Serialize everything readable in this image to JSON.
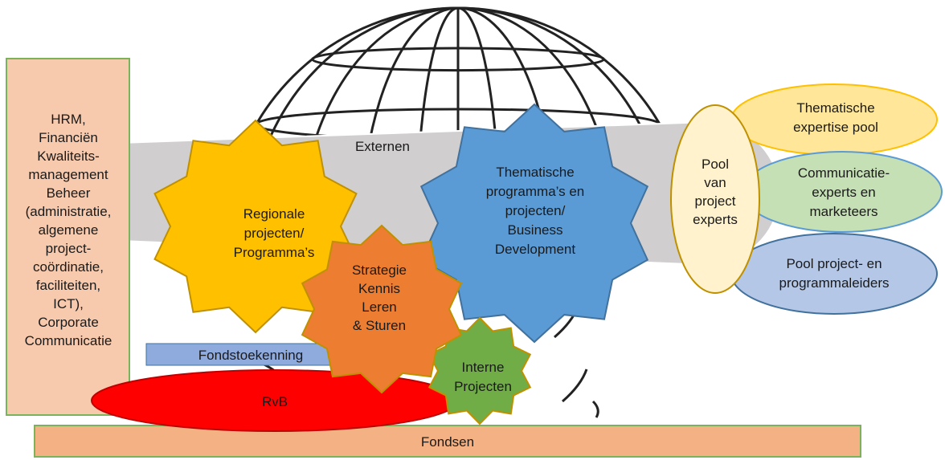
{
  "colors": {
    "support_box_fill": "#f7c9ad",
    "support_box_stroke": "#7cb35a",
    "externen_band": "#d0cece",
    "regional": "#ffc000",
    "strategy": "#ed7d31",
    "thematic": "#5b9bd5",
    "internal": "#70ad47",
    "rvb": "#ff0000",
    "funding_bar": "#8faadc",
    "fondsen": "#f4b183",
    "pool": "#fff2cc",
    "pool_expertise": "#ffe699",
    "pool_communication": "#c5e0b4",
    "pool_leaders": "#b4c7e7",
    "globe": "#222222"
  },
  "support_box": {
    "lines": [
      "HRM,",
      "Financiën",
      "Kwaliteits-",
      "management",
      "Beheer",
      "(administratie,",
      "algemene",
      "project-",
      "coördinatie,",
      "faciliteiten,",
      "ICT),",
      "Corporate",
      "Communicatie"
    ]
  },
  "externen": {
    "label": "Externen"
  },
  "regional": {
    "lines": [
      "Regionale",
      "projecten/",
      "Programma’s"
    ]
  },
  "thematic": {
    "lines": [
      "Thematische",
      "programma’s en",
      "projecten/",
      "Business",
      "Development"
    ]
  },
  "strategy": {
    "lines": [
      "Strategie",
      "Kennis",
      "Leren",
      "& Sturen"
    ]
  },
  "internal": {
    "lines": [
      "Interne",
      "Projecten"
    ]
  },
  "fund_allocation": {
    "label": "Fondstoekenning"
  },
  "rvb": {
    "label": "RvB"
  },
  "fondsen": {
    "label": "Fondsen"
  },
  "pool": {
    "lines": [
      "Pool",
      "van",
      "project",
      "experts"
    ]
  },
  "pool_expertise": {
    "lines": [
      "Thematische",
      "expertise pool"
    ]
  },
  "pool_communication": {
    "lines": [
      "Communicatie-",
      "experts en",
      "marketeers"
    ]
  },
  "pool_leaders": {
    "lines": [
      "Pool project- en",
      "programmaleiders"
    ]
  }
}
